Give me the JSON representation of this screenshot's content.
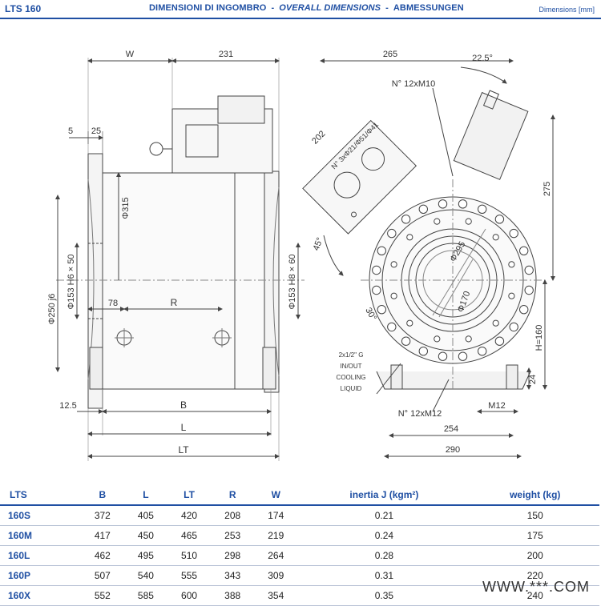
{
  "header": {
    "model": "LTS 160",
    "title_it": "DIMENSIONI DI INGOMBRO",
    "title_en": "OVERALL DIMENSIONS",
    "title_de": "ABMESSUNGEN",
    "separator": "-",
    "units": "Dimensions [mm]"
  },
  "drawing": {
    "side": {
      "dim_w": "W",
      "dim_231": "231",
      "dim_5": "5",
      "dim_25": "25",
      "dim_315": "Φ315",
      "dim_250": "Φ250 j6",
      "dim_153_left": "Φ153 H6 × 50",
      "dim_153_right": "Φ153 H8 × 60",
      "dim_78": "78",
      "dim_r": "R",
      "dim_125": "12.5",
      "dim_b": "B",
      "dim_l": "L",
      "dim_lt": "LT"
    },
    "front": {
      "dim_265": "265",
      "angle_225": "22.5°",
      "holes_m10": "N° 12xM10",
      "dim_202": "202",
      "cable_holes": "N° 3xΦ21/Φ51/Φ41",
      "angle_45": "45°",
      "dim_275": "275",
      "dim_295": "Φ295",
      "dim_170": "Φ170",
      "angle_30": "30°",
      "h_160": "H=160",
      "coolant_1": "2x1/2\" G",
      "coolant_2": "IN/OUT",
      "coolant_3": "COOLING",
      "coolant_4": "LIQUID",
      "holes_m12": "N° 12xM12",
      "m12": "M12",
      "dim_24": "24",
      "dim_254": "254",
      "dim_290": "290"
    }
  },
  "table": {
    "headers": [
      "LTS",
      "B",
      "L",
      "LT",
      "R",
      "W",
      "inertia J (kgm²)",
      "weight (kg)"
    ],
    "rows": [
      [
        "160S",
        "372",
        "405",
        "420",
        "208",
        "174",
        "0.21",
        "150"
      ],
      [
        "160M",
        "417",
        "450",
        "465",
        "253",
        "219",
        "0.24",
        "175"
      ],
      [
        "160L",
        "462",
        "495",
        "510",
        "298",
        "264",
        "0.28",
        "200"
      ],
      [
        "160P",
        "507",
        "540",
        "555",
        "343",
        "309",
        "0.31",
        "220"
      ],
      [
        "160X",
        "552",
        "585",
        "600",
        "388",
        "354",
        "0.35",
        "240"
      ]
    ]
  },
  "watermark": "WWW.***.COM",
  "colors": {
    "accent": "#1f4fa3",
    "line": "#444444"
  }
}
